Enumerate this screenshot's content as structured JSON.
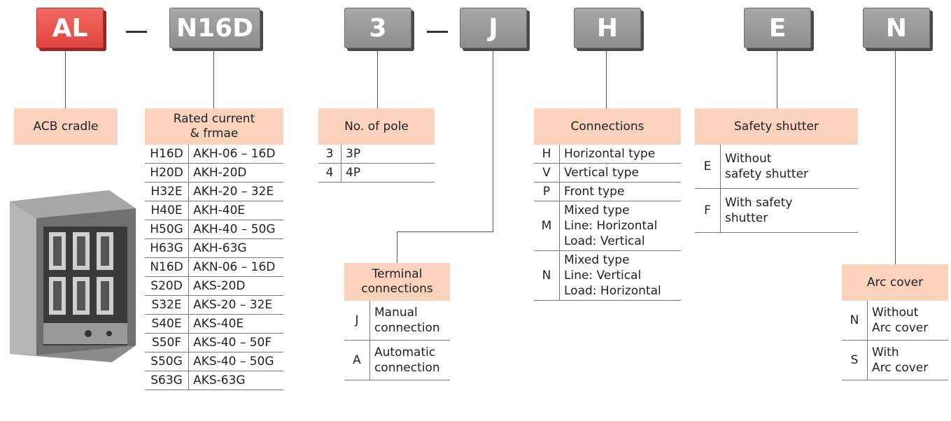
{
  "codes": [
    {
      "id": "al",
      "text": "AL",
      "color": "#e0443e"
    },
    {
      "id": "n16d",
      "text": "N16D",
      "color": "#9a9a9a"
    },
    {
      "id": "3",
      "text": "3",
      "color": "#9a9a9a"
    },
    {
      "id": "j",
      "text": "J",
      "color": "#9a9a9a"
    },
    {
      "id": "h",
      "text": "H",
      "color": "#9a9a9a"
    },
    {
      "id": "e",
      "text": "E",
      "color": "#9a9a9a"
    },
    {
      "id": "n",
      "text": "N",
      "color": "#9a9a9a"
    }
  ],
  "cradle": {
    "header": "ACB cradle"
  },
  "rated": {
    "header": "Rated current\n& frmae",
    "rows": [
      [
        "H16D",
        "AKH-06 – 16D"
      ],
      [
        "H20D",
        "AKH-20D"
      ],
      [
        "H32E",
        "AKH-20 – 32E"
      ],
      [
        "H40E",
        "AKH-40E"
      ],
      [
        "H50G",
        "AKH-40 – 50G"
      ],
      [
        "H63G",
        "AKH-63G"
      ],
      [
        "N16D",
        "AKN-06 – 16D"
      ],
      [
        "S20D",
        "AKS-20D"
      ],
      [
        "S32E",
        "AKS-20 – 32E"
      ],
      [
        "S40E",
        "AKS-40E"
      ],
      [
        "S50F",
        "AKS-40 – 50F"
      ],
      [
        "S50G",
        "AKS-40 – 50G"
      ],
      [
        "S63G",
        "AKS-63G"
      ]
    ]
  },
  "poles": {
    "header": "No. of pole",
    "rows": [
      [
        "3",
        "3P"
      ],
      [
        "4",
        "4P"
      ]
    ]
  },
  "terminal": {
    "header": "Terminal\nconnections",
    "rows": [
      [
        "J",
        "Manual\nconnection"
      ],
      [
        "A",
        "Automatic\nconnection"
      ]
    ]
  },
  "connections": {
    "header": "Connections",
    "rows": [
      [
        "H",
        "Horizontal type"
      ],
      [
        "V",
        "Vertical type"
      ],
      [
        "P",
        "Front type"
      ],
      [
        "M",
        "Mixed type\nLine: Horizontal\nLoad: Vertical"
      ],
      [
        "N",
        "Mixed type\nLine: Vertical\nLoad: Horizontal"
      ]
    ]
  },
  "shutter": {
    "header": "Safety shutter",
    "rows": [
      [
        "E",
        "Without\nsafety shutter"
      ],
      [
        "F",
        "With safety\nshutter"
      ]
    ]
  },
  "arc": {
    "header": "Arc cover",
    "rows": [
      [
        "N",
        "Without\nArc cover"
      ],
      [
        "S",
        "With\nArc cover"
      ]
    ]
  }
}
